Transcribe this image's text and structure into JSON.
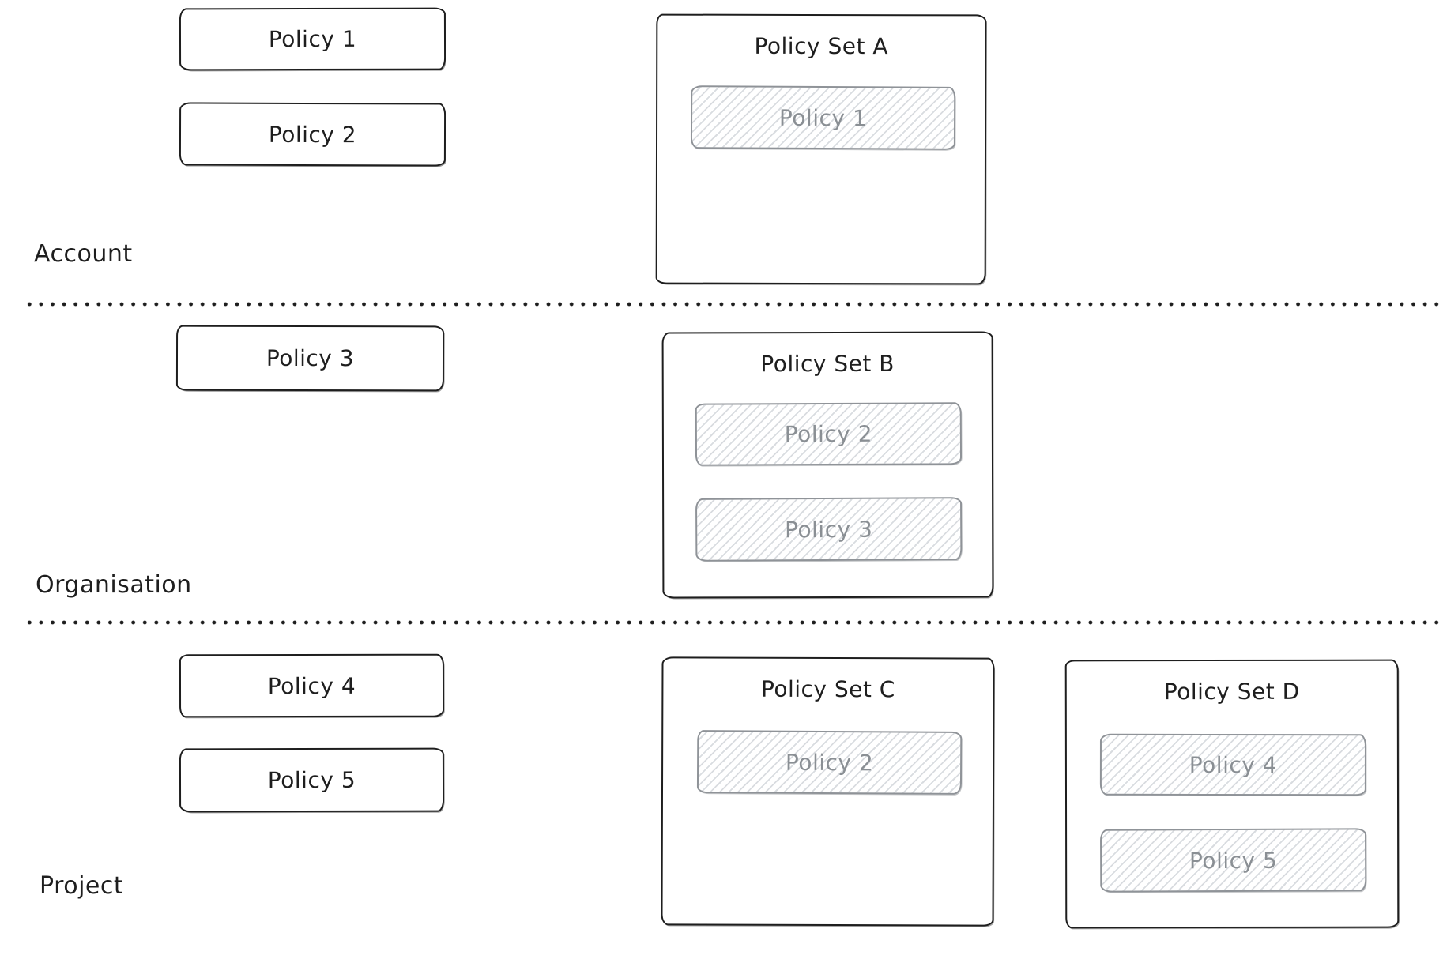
{
  "sections": [
    {
      "label": "Account",
      "policies": [
        "Policy 1",
        "Policy 2"
      ],
      "sets": [
        {
          "title": "Policy Set A",
          "members": [
            "Policy 1"
          ]
        }
      ]
    },
    {
      "label": "Organisation",
      "policies": [
        "Policy 3"
      ],
      "sets": [
        {
          "title": "Policy Set B",
          "members": [
            "Policy 2",
            "Policy 3"
          ]
        }
      ]
    },
    {
      "label": "Project",
      "policies": [
        "Policy 4",
        "Policy 5"
      ],
      "sets": [
        {
          "title": "Policy Set C",
          "members": [
            "Policy 2"
          ]
        },
        {
          "title": "Policy Set D",
          "members": [
            "Policy 4",
            "Policy 5"
          ]
        }
      ]
    }
  ],
  "colors": {
    "ink": "#1e1e1e",
    "memberStroke": "#8f9398",
    "memberText": "#8a8f94",
    "hatch": "#d9dce0"
  }
}
